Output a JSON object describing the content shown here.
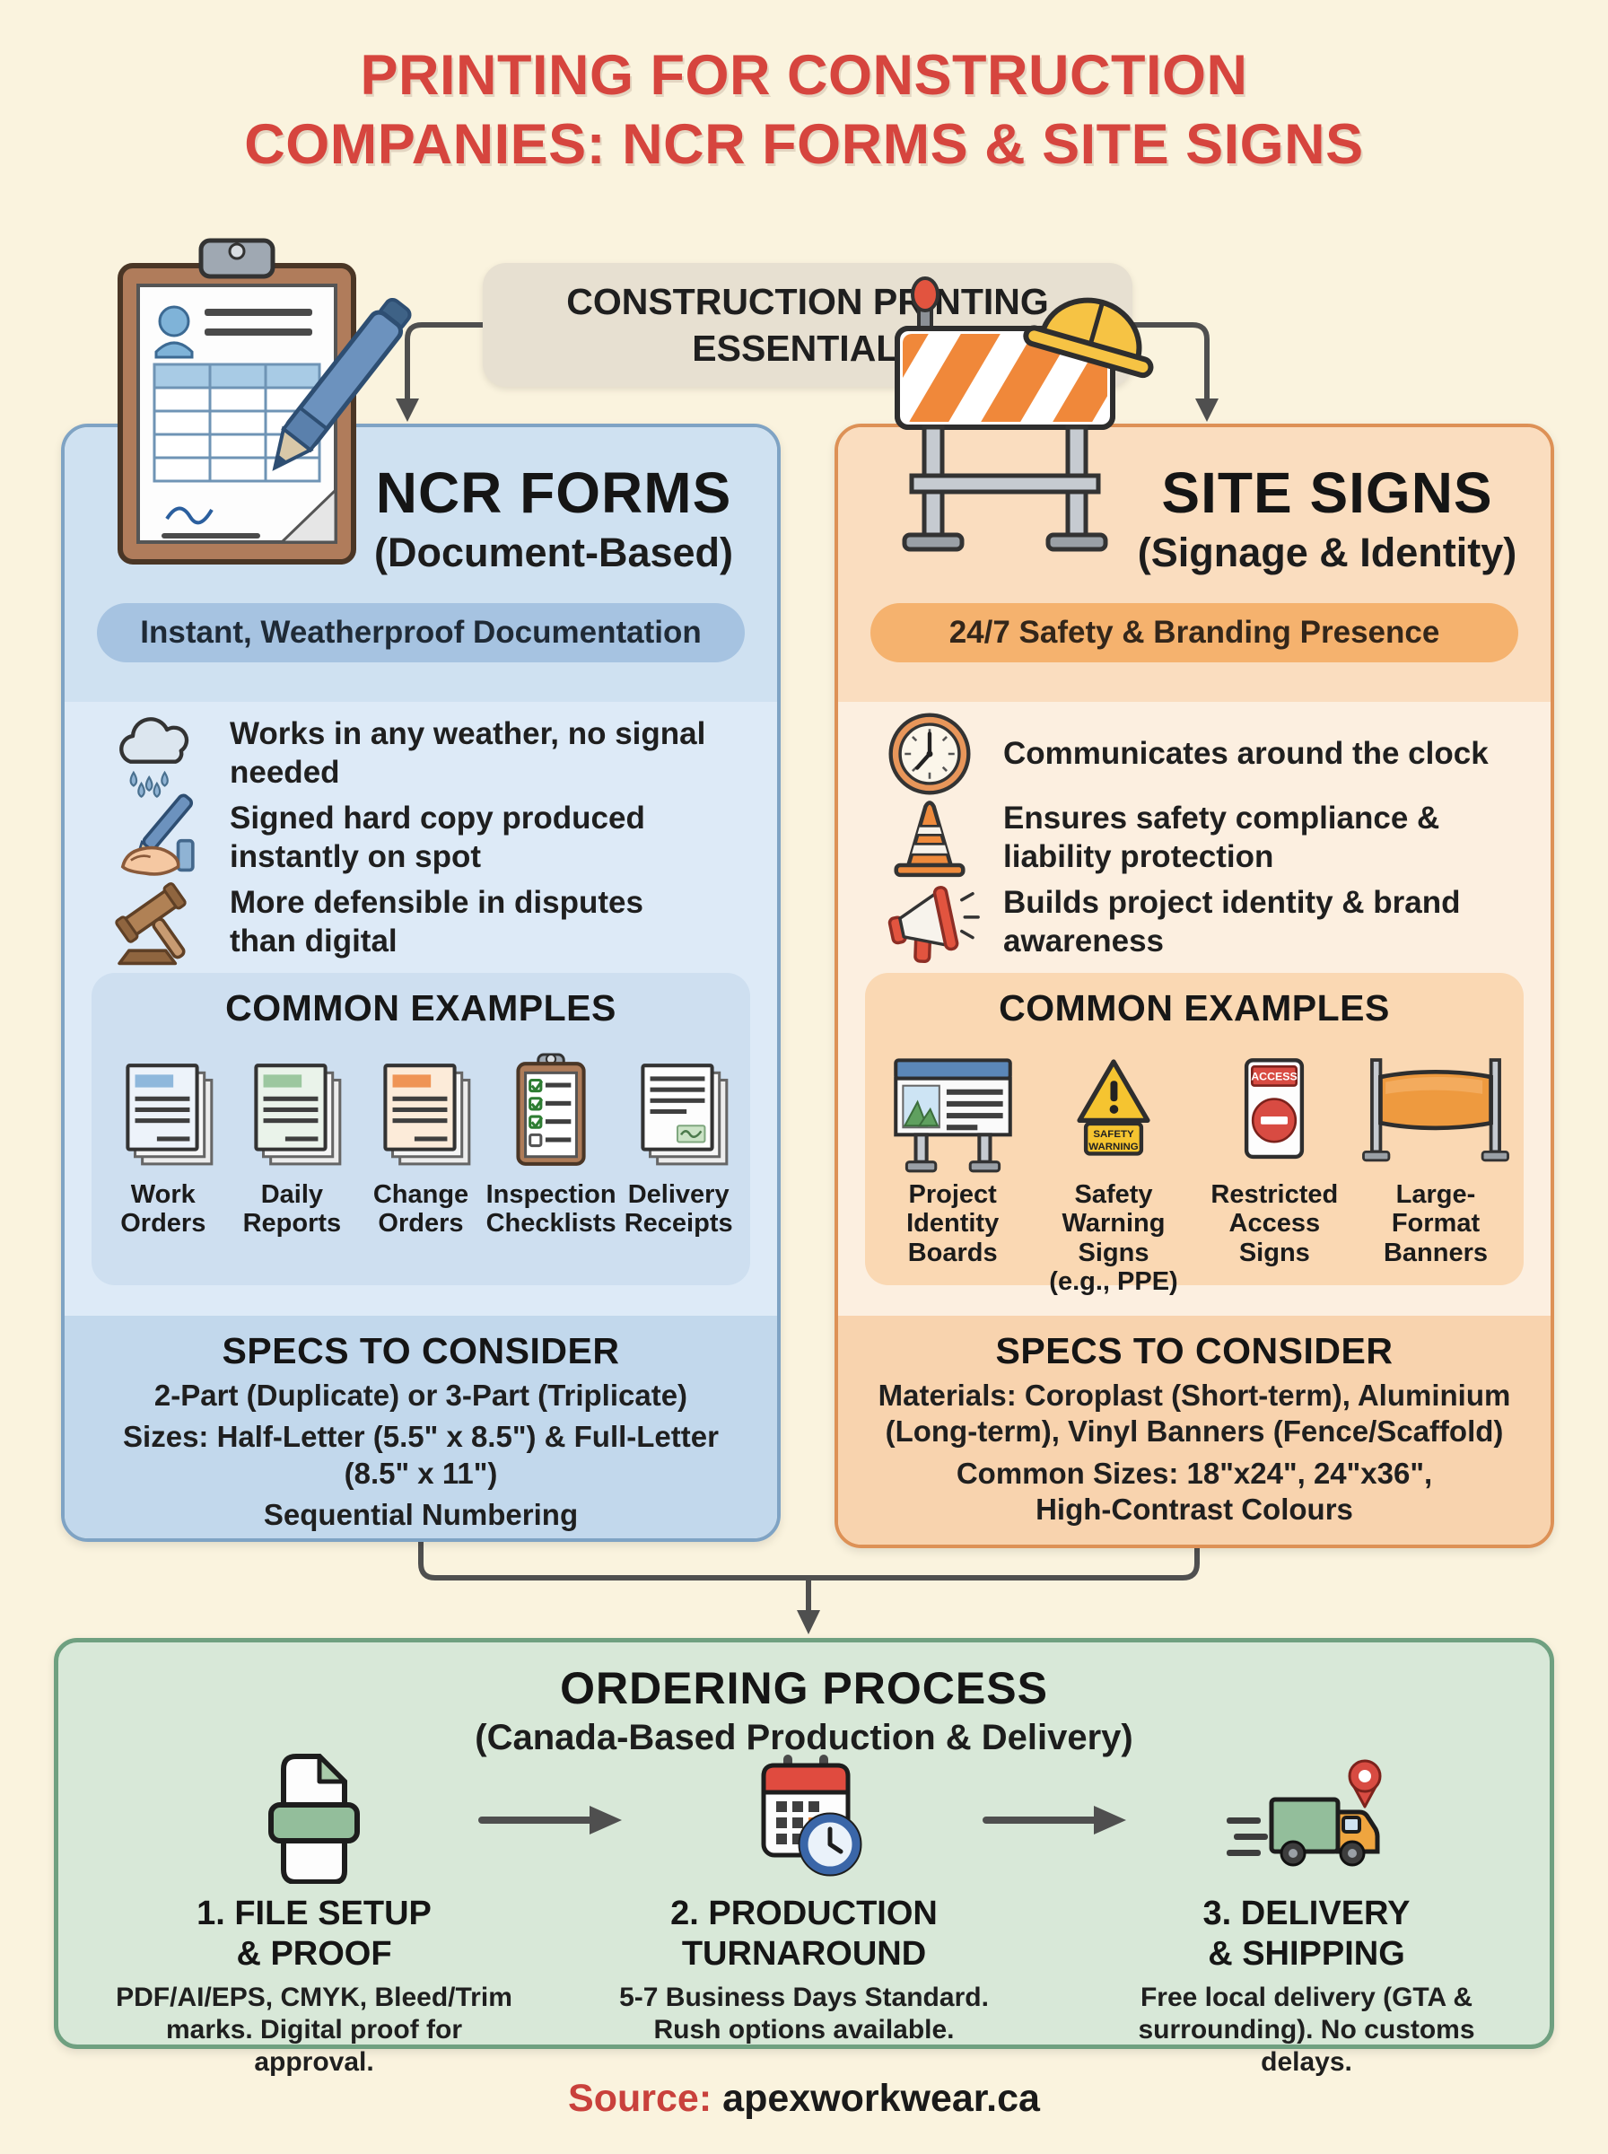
{
  "page": {
    "title": "PRINTING FOR CONSTRUCTION\nCOMPANIES: NCR FORMS & SITE SIGNS"
  },
  "root_node": {
    "label": "CONSTRUCTION PRINTING\nESSENTIALS"
  },
  "ncr": {
    "title": "NCR FORMS",
    "subtitle": "(Document-Based)",
    "pill": "Instant, Weatherproof Documentation",
    "bullets": [
      {
        "icon": "rain-cloud-icon",
        "text": "Works in any weather, no signal\nneeded"
      },
      {
        "icon": "signing-hand-icon",
        "text": "Signed hard copy produced\ninstantly on spot"
      },
      {
        "icon": "gavel-icon",
        "text": "More defensible in disputes\nthan digital"
      }
    ],
    "examples_heading": "COMMON EXAMPLES",
    "examples": [
      {
        "icon": "work-orders-icon",
        "label": "Work\nOrders"
      },
      {
        "icon": "daily-reports-icon",
        "label": "Daily\nReports"
      },
      {
        "icon": "change-orders-icon",
        "label": "Change\nOrders"
      },
      {
        "icon": "inspection-checklists-icon",
        "label": "Inspection\nChecklists"
      },
      {
        "icon": "delivery-receipts-icon",
        "label": "Delivery\nReceipts"
      }
    ],
    "specs_heading": "SPECS TO CONSIDER",
    "specs_lines": [
      {
        "bold": "",
        "text": "2-Part (Duplicate) or 3-Part (Triplicate)"
      },
      {
        "bold": "Sizes:",
        "text": " Half-Letter (5.5\" x 8.5\") & Full-Letter"
      },
      {
        "bold": "",
        "text": "(8.5\" x 11\")"
      },
      {
        "bold": "",
        "text": "Sequential Numbering"
      }
    ]
  },
  "site": {
    "title": "SITE SIGNS",
    "subtitle": "(Signage & Identity)",
    "pill": "24/7 Safety & Branding Presence",
    "bullets": [
      {
        "icon": "clock-icon",
        "text": "Communicates around the clock"
      },
      {
        "icon": "traffic-cone-icon",
        "text": "Ensures safety compliance &\nliability protection"
      },
      {
        "icon": "megaphone-icon",
        "text": "Builds project identity & brand\nawareness"
      }
    ],
    "examples_heading": "COMMON EXAMPLES",
    "examples": [
      {
        "icon": "project-board-icon",
        "label": "Project\nIdentity\nBoards"
      },
      {
        "icon": "warning-triangle-icon",
        "label": "Safety\nWarning Signs\n(e.g., PPE)",
        "icon_line1": "SAFETY",
        "icon_line2": "WARNING"
      },
      {
        "icon": "access-sign-icon",
        "label": "Restricted\nAccess\nSigns",
        "icon_text": "ACCESS"
      },
      {
        "icon": "banner-icon",
        "label": "Large-Format\nBanners"
      }
    ],
    "specs_heading": "SPECS TO CONSIDER",
    "specs_lines": [
      {
        "bold": "Materials:",
        "text": " Coroplast (Short-term), Aluminium"
      },
      {
        "bold": "",
        "text": "(Long-term), Vinyl Banners (Fence/Scaffold)"
      },
      {
        "bold": "Common Sizes:",
        "text": " 18\"x24\", 24\"x36\","
      },
      {
        "bold": "",
        "text": "High-Contrast Colours"
      }
    ]
  },
  "ordering": {
    "title": "ORDERING PROCESS",
    "subtitle": "(Canada-Based Production & Delivery)",
    "steps": [
      {
        "icon": "file-proof-icon",
        "title": "1. FILE SETUP\n& PROOF",
        "desc": "PDF/AI/EPS, CMYK, Bleed/Trim\nmarks. Digital proof for approval."
      },
      {
        "icon": "calendar-clock-icon",
        "title": "2. PRODUCTION\nTURNAROUND",
        "desc": "5-7 Business Days Standard.\nRush options available."
      },
      {
        "icon": "truck-pin-icon",
        "title": "3. DELIVERY\n& SHIPPING",
        "desc": "Free local delivery (GTA &\nsurrounding). No customs delays."
      }
    ]
  },
  "source": {
    "label": "Source:",
    "value": "apexworkwear.ca"
  },
  "colors": {
    "background": "#FAF3DE",
    "title_red": "#D6453E",
    "arrow": "#4F4F4F",
    "ncr_accent": "#7FA3C4",
    "site_accent": "#DD9156",
    "ordering_accent": "#6FA080"
  }
}
